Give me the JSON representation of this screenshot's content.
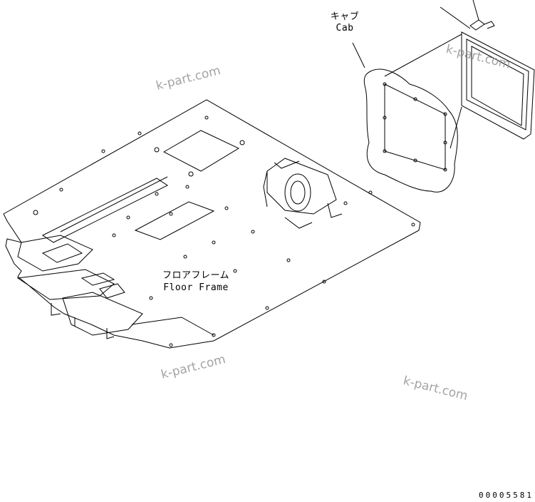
{
  "labels": {
    "cab_jp": "キャブ",
    "cab_en": "Cab",
    "floor_jp": "フロアフレーム",
    "floor_en": "Floor Frame"
  },
  "watermarks": [
    "k-part.com",
    "k-part.com",
    "k-part.com",
    "k-part.com"
  ],
  "drawing_code": "00005581"
}
